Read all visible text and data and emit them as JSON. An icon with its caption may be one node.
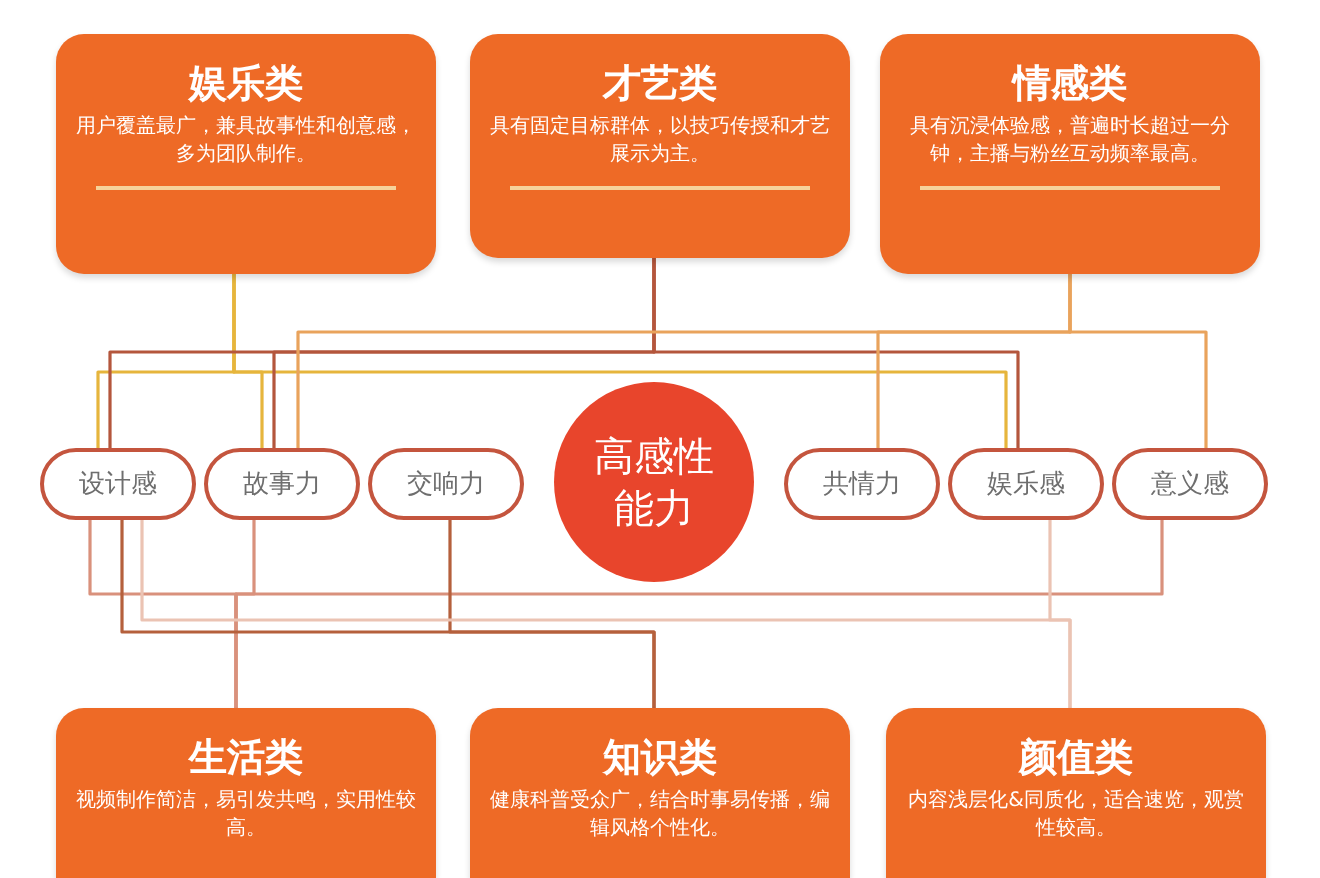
{
  "diagram": {
    "nodes": [
      {
        "text": [
          "娱乐类",
          "用户覆盖最广，兼具故事性和创意感，多为团队制作。"
        ]
      },
      {
        "text": [
          "才艺类",
          "具有固定目标群体，以技巧传授和才艺展示为主。"
        ]
      },
      {
        "text": [
          "情感类",
          "具有沉浸体验感，普遍时长超过一分钟，主播与粉丝互动频率最高。"
        ]
      },
      {
        "text": [
          "设计感"
        ]
      },
      {
        "text": [
          "故事力"
        ]
      },
      {
        "text": [
          "交响力"
        ]
      },
      {
        "text": [
          "高感性能力"
        ]
      },
      {
        "text": [
          "共情力"
        ]
      },
      {
        "text": [
          "娱乐感"
        ]
      },
      {
        "text": [
          "意义感"
        ]
      },
      {
        "text": [
          "生活类",
          "视频制作简洁，易引发共鸣，实用性较高。"
        ]
      },
      {
        "text": [
          "知识类",
          "健康科普受众广，结合时事易传播，编辑风格个性化。"
        ]
      },
      {
        "text": [
          "颜值类",
          "内容浅层化&同质化，适合速览，观赏性较高。"
        ]
      }
    ],
    "edges": [
      {
        "from": 0,
        "to": 3,
        "arrow": "none",
        "color": "#e6b53c"
      },
      {
        "from": 0,
        "to": 4,
        "arrow": "none",
        "color": "#e6b53c"
      },
      {
        "from": 0,
        "to": 8,
        "arrow": "none",
        "color": "#e6b53c"
      },
      {
        "from": 1,
        "to": 3,
        "arrow": "none",
        "color": "#b4563c"
      },
      {
        "from": 1,
        "to": 4,
        "arrow": "none",
        "color": "#b4563c"
      },
      {
        "from": 1,
        "to": 8,
        "arrow": "none",
        "color": "#b4563c"
      },
      {
        "from": 2,
        "to": 4,
        "arrow": "none",
        "color": "#e9a35c"
      },
      {
        "from": 2,
        "to": 7,
        "arrow": "none",
        "color": "#e9a35c"
      },
      {
        "from": 2,
        "to": 9,
        "arrow": "none",
        "color": "#e9a35c"
      },
      {
        "from": 10,
        "to": 3,
        "arrow": "none",
        "color": "#d9917c"
      },
      {
        "from": 10,
        "to": 4,
        "arrow": "none",
        "color": "#d9917c"
      },
      {
        "from": 10,
        "to": 9,
        "arrow": "none",
        "color": "#d9917c"
      },
      {
        "from": 11,
        "to": 3,
        "arrow": "none",
        "color": "#b5603c"
      },
      {
        "from": 11,
        "to": 5,
        "arrow": "none",
        "color": "#b5603c"
      },
      {
        "from": 12,
        "to": 3,
        "arrow": "none",
        "color": "#ebc3b3"
      },
      {
        "from": 12,
        "to": 8,
        "arrow": "none",
        "color": "#ebc3b3"
      }
    ]
  }
}
